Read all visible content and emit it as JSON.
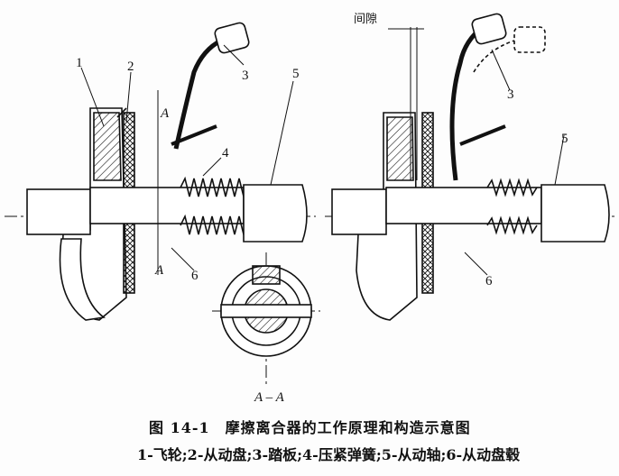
{
  "figure": {
    "caption_title": "图 14-1　摩擦离合器的工作原理和构造示意图",
    "caption_legend": "1-飞轮;2-从动盘;3-踏板;4-压紧弹簧;5-从动轴;6-从动盘毂"
  },
  "left_view": {
    "labels": [
      "1",
      "2",
      "3",
      "4",
      "5",
      "6"
    ],
    "section_mark_top": "A",
    "section_mark_bottom": "A"
  },
  "section_view": {
    "label": "A – A"
  },
  "right_view": {
    "gap_label": "间隙",
    "labels": [
      "3",
      "5",
      "6"
    ]
  }
}
